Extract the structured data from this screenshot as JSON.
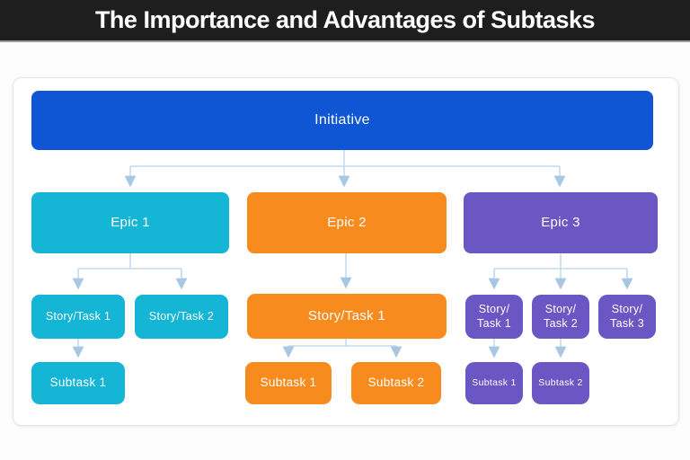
{
  "header": {
    "title": "The Importance and Advantages of Subtasks"
  },
  "colors": {
    "header_bg": "#1e1e1e",
    "header_border": "#9c9c9c",
    "page_bg": "#fdfdfd",
    "card_bg": "#ffffff",
    "card_border": "#e4e4e4",
    "initiative_blue": "#0e56d4",
    "epic1_cyan": "#15b5d6",
    "epic2_orange": "#f78b1e",
    "epic3_purple": "#6a57c4",
    "connector_line": "#c3daf0",
    "connector_arrow": "#a9c6e3",
    "node_text": "#ffffff"
  },
  "diagram": {
    "initiative": {
      "label": "Initiative"
    },
    "branches": [
      {
        "epic": {
          "label": "Epic 1"
        },
        "stories": [
          {
            "label": "Story/Task 1"
          },
          {
            "label": "Story/Task 2"
          }
        ],
        "subtasks": [
          {
            "label": "Subtask 1"
          }
        ]
      },
      {
        "epic": {
          "label": "Epic 2"
        },
        "stories": [
          {
            "label": "Story/Task 1"
          }
        ],
        "subtasks": [
          {
            "label": "Subtask 1"
          },
          {
            "label": "Subtask 2"
          }
        ]
      },
      {
        "epic": {
          "label": "Epic 3"
        },
        "stories": [
          {
            "label": "Story/\nTask 1"
          },
          {
            "label": "Story/\nTask 2"
          },
          {
            "label": "Story/\nTask 3"
          }
        ],
        "subtasks": [
          {
            "label": "Subtask 1"
          },
          {
            "label": "Subtask 2"
          }
        ]
      }
    ]
  }
}
